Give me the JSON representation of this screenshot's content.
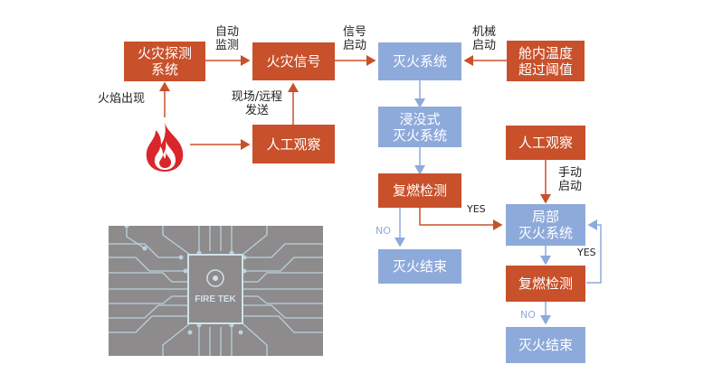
{
  "nodes": {
    "fire_detect": "火灾探测\n系统",
    "fire_signal": "火灾信号",
    "extinguish_sys": "灭火系统",
    "cabin_temp": "舱内温度\n超过阈值",
    "manual_observe_1": "人工观察",
    "immersion_sys": "浸没式\n灭火系统",
    "reignite_check_1": "复燃检测",
    "end_1": "灭火结束",
    "manual_observe_2": "人工观察",
    "local_sys": "局部\n灭火系统",
    "reignite_check_2": "复燃检测",
    "end_2": "灭火结束"
  },
  "labels": {
    "auto_monitor": "自动\n监测",
    "signal_start": "信号\n启动",
    "mech_start": "机械\n启动",
    "flame_appear": "火焰出现",
    "onsite_remote": "现场/远程\n发送",
    "manual_start": "手动\n启动",
    "yes_1": "YES",
    "yes_2": "YES",
    "no_1": "NO",
    "no_2": "NO"
  },
  "chip": {
    "logo_text": "FIRE TEK"
  },
  "colors": {
    "orange": "#c8502a",
    "blue": "#8eaadb",
    "arrow": "#c8502a",
    "arrow_blue": "#8eaadb",
    "flame": "#d9262c"
  }
}
